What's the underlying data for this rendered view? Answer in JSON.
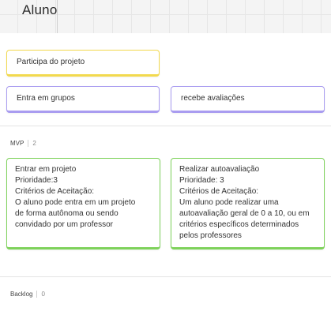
{
  "header": {
    "title": "Aluno"
  },
  "cards_top": [
    {
      "text": "Participa do projeto",
      "color": "#f2d94e"
    },
    {
      "text": "Entra em grupos",
      "color": "#a99cf0"
    },
    {
      "text": "recebe avaliações",
      "color": "#a99cf0"
    }
  ],
  "sections": {
    "mvp": {
      "label": "MVP",
      "count": "2",
      "cards": [
        {
          "lines": [
            "Entrar em projeto",
            "Prioridade:3",
            "Critérios de Aceitação:",
            "O aluno pode entra em um projeto",
            "de forma autônoma ou sendo",
            "convidado por um professor"
          ],
          "color": "#7ed25b"
        },
        {
          "lines": [
            "Realizar autoavaliação",
            "Prioridade: 3",
            "Critérios de Aceitação:",
            "Um aluno pode realizar uma",
            "autoavaliação geral de 0 a 10, ou em",
            "critérios específicos determinados",
            "pelos professores"
          ],
          "color": "#7ed25b"
        }
      ]
    },
    "backlog": {
      "label": "Backlog",
      "count": "0"
    }
  }
}
